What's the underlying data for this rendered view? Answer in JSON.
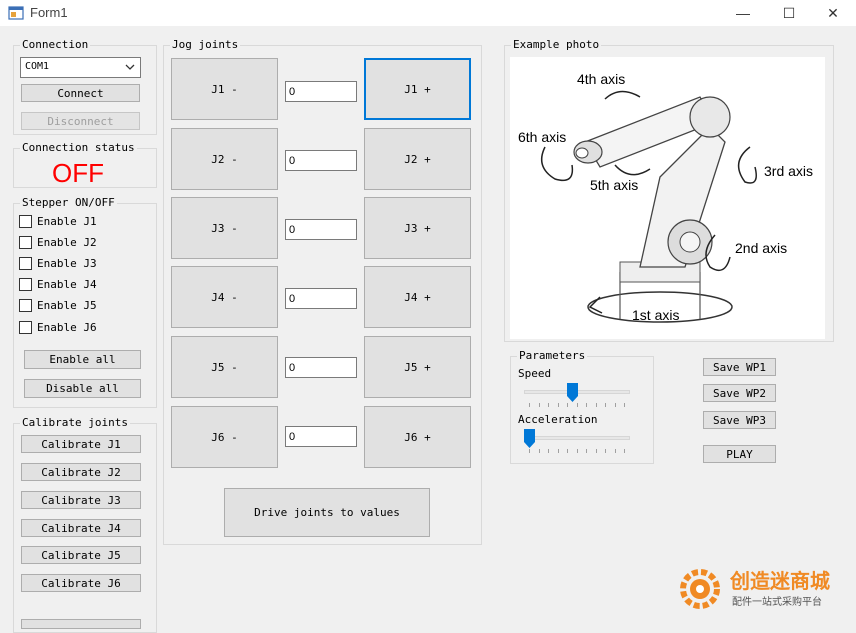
{
  "window": {
    "title": "Form1",
    "controls": {
      "minimize": "—",
      "maximize": "☐",
      "close": "✕"
    }
  },
  "connection": {
    "group_label": "Connection",
    "port_value": "COM1",
    "connect_label": "Connect",
    "disconnect_label": "Disconnect"
  },
  "status": {
    "group_label": "Connection status",
    "value": "OFF",
    "color": "#ff0000"
  },
  "stepper": {
    "group_label": "Stepper ON/OFF",
    "items": [
      "Enable J1",
      "Enable J2",
      "Enable J3",
      "Enable J4",
      "Enable J5",
      "Enable J6"
    ],
    "enable_all_label": "Enable all",
    "disable_all_label": "Disable all"
  },
  "calibrate": {
    "group_label": "Calibrate joints",
    "buttons": [
      "Calibrate J1",
      "Calibrate J2",
      "Calibrate J3",
      "Calibrate J4",
      "Calibrate J5",
      "Calibrate J6"
    ]
  },
  "jog": {
    "group_label": "Jog joints",
    "joints": [
      {
        "minus": "J1 -",
        "value": "0",
        "plus": "J1 +"
      },
      {
        "minus": "J2 -",
        "value": "0",
        "plus": "J2 +"
      },
      {
        "minus": "J3 -",
        "value": "0",
        "plus": "J3 +"
      },
      {
        "minus": "J4 -",
        "value": "0",
        "plus": "J4 +"
      },
      {
        "minus": "J5 -",
        "value": "0",
        "plus": "J5 +"
      },
      {
        "minus": "J6 -",
        "value": "0",
        "plus": "J6 +"
      }
    ],
    "drive_label": "Drive joints to values"
  },
  "photo": {
    "group_label": "Example photo",
    "labels": {
      "axis4": "4th axis",
      "axis6": "6th axis",
      "axis5": "5th axis",
      "axis3": "3rd axis",
      "axis2": "2nd axis",
      "axis1": "1st axis"
    }
  },
  "parameters": {
    "group_label": "Parameters",
    "speed_label": "Speed",
    "speed_level": 0.45,
    "acceleration_label": "Acceleration",
    "acceleration_level": 0.0
  },
  "waypoints": {
    "buttons": [
      "Save WP1",
      "Save WP2",
      "Save WP3"
    ],
    "play_label": "PLAY"
  },
  "watermark": {
    "brand": "创造迷商城",
    "tagline": "配件一站式采购平台",
    "accent": "#f08a24"
  },
  "colors": {
    "accent": "#0078d7",
    "status_off": "#ff0000"
  }
}
